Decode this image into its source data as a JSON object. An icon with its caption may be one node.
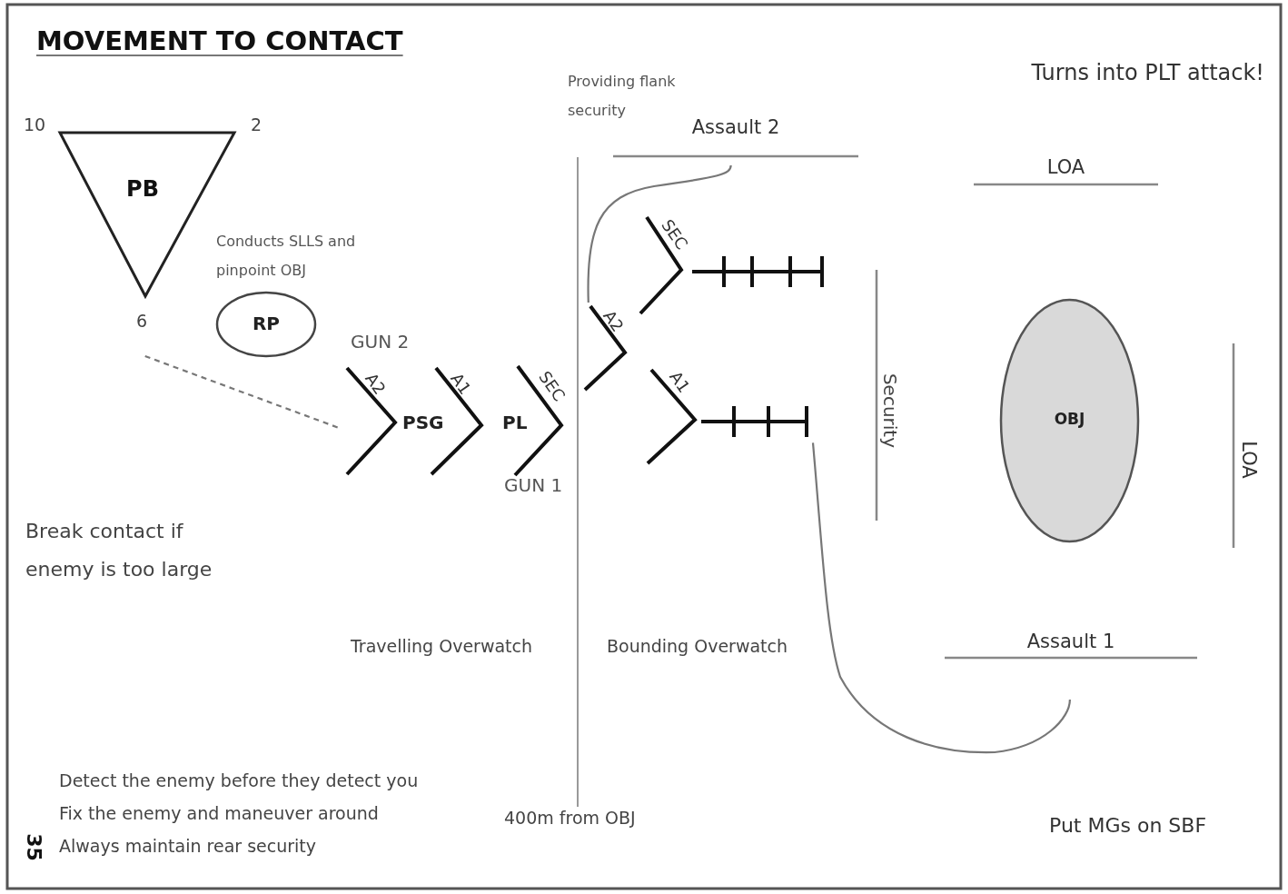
{
  "diagram": {
    "title": "MOVEMENT TO CONTACT",
    "nodes": [
      {
        "text": [
          "PB"
        ],
        "beside": [
          "10",
          "2",
          "6"
        ]
      },
      {
        "text": [
          "RP"
        ]
      },
      {
        "text": [
          "A2"
        ]
      },
      {
        "text": [
          "A1"
        ]
      },
      {
        "text": [
          "SEC"
        ]
      },
      {
        "text": [
          "A2"
        ]
      },
      {
        "text": [
          "SEC"
        ]
      },
      {
        "text": [
          "A1"
        ]
      },
      {
        "text": [
          "Assault 2"
        ]
      },
      {
        "text": [
          "Assault 1"
        ]
      },
      {
        "text": [
          "OBJ"
        ]
      }
    ],
    "edges": [
      {
        "from": 0,
        "to": 2,
        "arrow": "none",
        "style": "dashed"
      },
      {
        "from": 5,
        "to": 8,
        "arrow": "none"
      },
      {
        "from": 7,
        "to": 9,
        "arrow": "none"
      }
    ],
    "labels": [
      "Conducts SLLS and pinpoint OBJ",
      "GUN 2",
      "PSG",
      "PL",
      "GUN 1",
      "Providing flank security",
      "Turns into PLT attack!",
      "LOA",
      "Security",
      "LOA",
      "Break contact if enemy is too large",
      "Travelling Overwatch",
      "Bounding Overwatch",
      "Detect the enemy before they detect you",
      "Fix the enemy and maneuver around",
      "Always maintain rear security",
      "400m from OBJ",
      "Put MGs on SBF",
      "35"
    ]
  }
}
